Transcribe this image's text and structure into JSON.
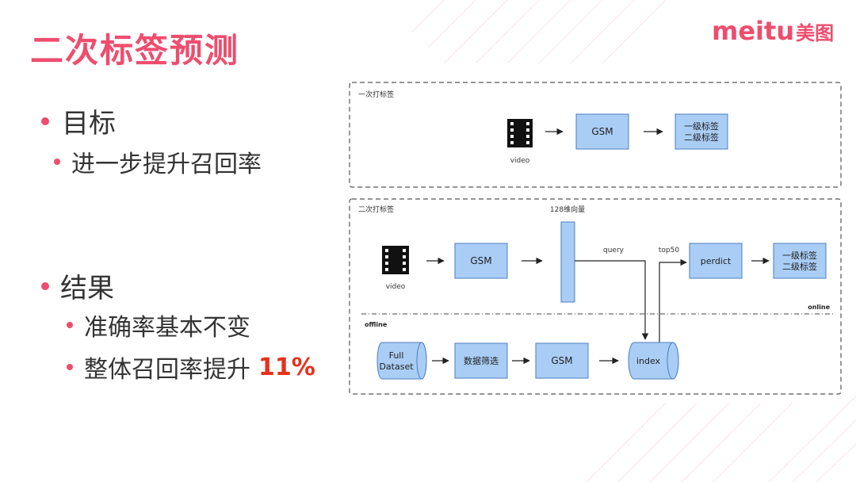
{
  "slide": {
    "title": "二次标签预测",
    "logo_text": "meitu",
    "logo_cn": "美图"
  },
  "bullets": {
    "goal": {
      "label": "目标",
      "sub": [
        "进一步提升召回率"
      ]
    },
    "result": {
      "label": "结果",
      "sub": [
        "准确率基本不变",
        "整体召回率提升"
      ],
      "highlight": "11%"
    }
  },
  "diagram": {
    "panel1": {
      "title": "一次打标签",
      "video_label": "video",
      "gsm": "GSM",
      "output_lines": [
        "一级标签",
        "二级标签"
      ]
    },
    "panel2": {
      "title": "二次打标签",
      "vector_label": "128维向量",
      "video_label": "video",
      "gsm_online": "GSM",
      "query_label": "query",
      "top50_label": "top50",
      "predict": "perdict",
      "output_lines": [
        "一级标签",
        "二级标签"
      ],
      "online_label": "online",
      "offline_label": "offline",
      "full_dataset_lines": [
        "Full",
        "Dataset"
      ],
      "data_filter": "数据筛选",
      "gsm_offline": "GSM",
      "index": "index"
    }
  },
  "colors": {
    "accent": "#ee4d6e",
    "highlight": "#e8311a",
    "box_fill": "#a9cdf5",
    "box_stroke": "#4a7fbf"
  }
}
